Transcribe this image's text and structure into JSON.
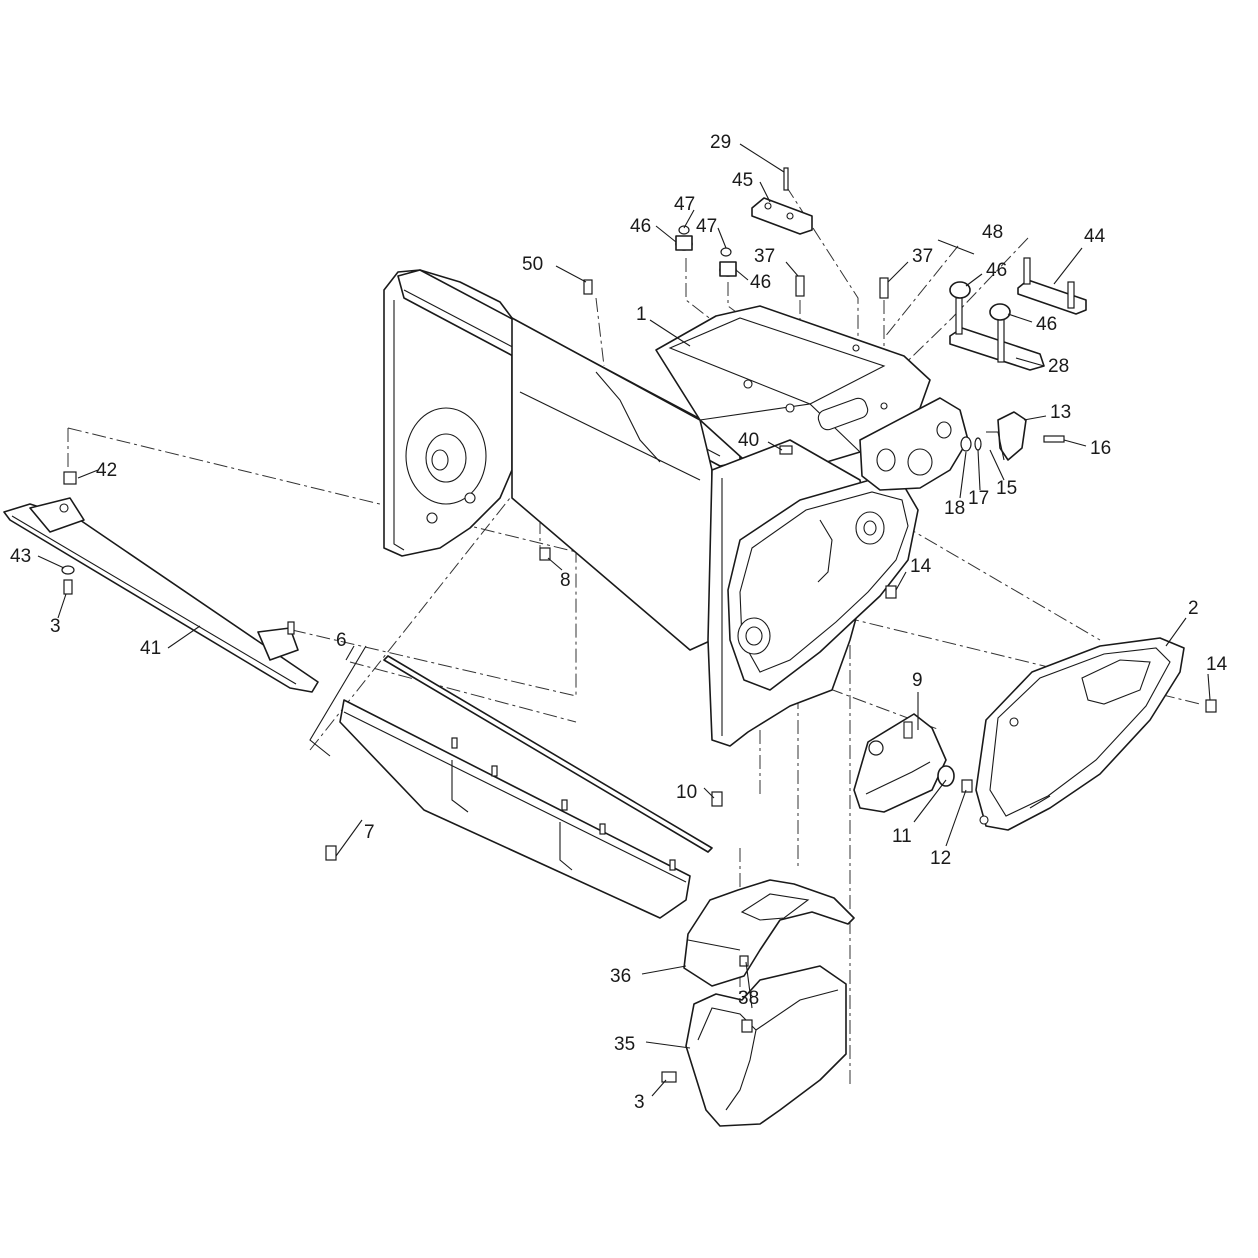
{
  "callouts": [
    {
      "id": "c29",
      "text": "29"
    },
    {
      "id": "c45",
      "text": "45"
    },
    {
      "id": "c47a",
      "text": "47"
    },
    {
      "id": "c46a",
      "text": "46"
    },
    {
      "id": "c47b",
      "text": "47"
    },
    {
      "id": "c37a",
      "text": "37"
    },
    {
      "id": "c46b",
      "text": "46"
    },
    {
      "id": "c50",
      "text": "50"
    },
    {
      "id": "c37b",
      "text": "37"
    },
    {
      "id": "c48",
      "text": "48"
    },
    {
      "id": "c44",
      "text": "44"
    },
    {
      "id": "c46c",
      "text": "46"
    },
    {
      "id": "c46d",
      "text": "46"
    },
    {
      "id": "c1",
      "text": "1"
    },
    {
      "id": "c28",
      "text": "28"
    },
    {
      "id": "c13",
      "text": "13"
    },
    {
      "id": "c40",
      "text": "40"
    },
    {
      "id": "c16",
      "text": "16"
    },
    {
      "id": "c18",
      "text": "18"
    },
    {
      "id": "c17",
      "text": "17"
    },
    {
      "id": "c15",
      "text": "15"
    },
    {
      "id": "c42",
      "text": "42"
    },
    {
      "id": "c43",
      "text": "43"
    },
    {
      "id": "c3a",
      "text": "3"
    },
    {
      "id": "c8",
      "text": "8"
    },
    {
      "id": "c14a",
      "text": "14"
    },
    {
      "id": "c2",
      "text": "2"
    },
    {
      "id": "c14b",
      "text": "14"
    },
    {
      "id": "c41",
      "text": "41"
    },
    {
      "id": "c6",
      "text": "6"
    },
    {
      "id": "c9",
      "text": "9"
    },
    {
      "id": "c10",
      "text": "10"
    },
    {
      "id": "c7",
      "text": "7"
    },
    {
      "id": "c11",
      "text": "11"
    },
    {
      "id": "c12",
      "text": "12"
    },
    {
      "id": "c36",
      "text": "36"
    },
    {
      "id": "c38",
      "text": "38"
    },
    {
      "id": "c35",
      "text": "35"
    },
    {
      "id": "c3b",
      "text": "3"
    }
  ]
}
